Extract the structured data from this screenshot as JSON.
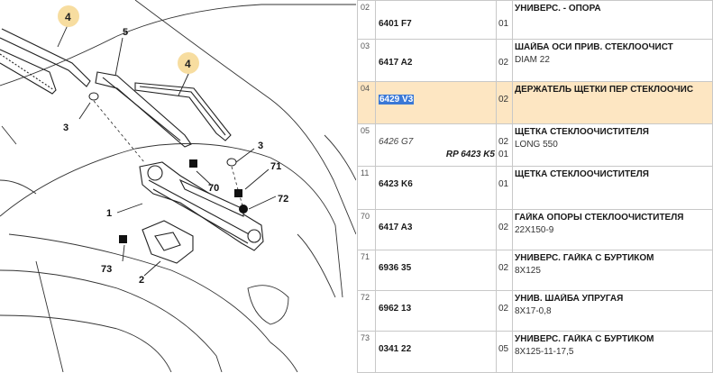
{
  "diagram": {
    "callouts": {
      "c4a": "4",
      "c4b": "4",
      "c5": "5",
      "c3a": "3",
      "c3b": "3",
      "c1": "1",
      "c2": "2",
      "c70": "70",
      "c71": "71",
      "c72": "72",
      "c73": "73"
    },
    "colors": {
      "highlight_circle": "#f7dda0",
      "line": "#222222"
    }
  },
  "rows": [
    {
      "idx": "02",
      "ref": "6401 F7",
      "qty": "01",
      "title": "УНИВЕРС. - ОПОРА",
      "sub": ""
    },
    {
      "idx": "03",
      "ref": "6417 A2",
      "qty": "02",
      "title": "ШАЙБА ОСИ ПРИВ. СТЕКЛООЧИСТ",
      "sub": "DIAM 22"
    },
    {
      "idx": "04",
      "ref": "6429 V3",
      "qty": "02",
      "title": "ДЕРЖАТЕЛЬ ЩЕТКИ ПЕР СТЕКЛООЧИС",
      "sub": ""
    },
    {
      "idx": "05",
      "ref": "6426 G7",
      "ref_rp": "RP 6423 K5",
      "qty": "02",
      "qty2": "01",
      "title": "ЩЕТКА СТЕКЛООЧИСТИТЕЛЯ",
      "sub": "LONG 550"
    },
    {
      "idx": "11",
      "ref": "6423 K6",
      "qty": "01",
      "title": "ЩЕТКА СТЕКЛООЧИСТИТЕЛЯ",
      "sub": ""
    },
    {
      "idx": "70",
      "ref": "6417 A3",
      "qty": "02",
      "title": "ГАЙКА ОПОРЫ СТЕКЛООЧИСТИТЕЛЯ",
      "sub": "22X150-9"
    },
    {
      "idx": "71",
      "ref": "6936 35",
      "qty": "02",
      "title": "УНИВЕРС. ГАЙКА С БУРТИКОМ",
      "sub": "8X125"
    },
    {
      "idx": "72",
      "ref": "6962 13",
      "qty": "02",
      "title": "УНИВ. ШАЙБА УПРУГАЯ",
      "sub": "8X17-0,8"
    },
    {
      "idx": "73",
      "ref": "0341 22",
      "qty": "05",
      "title": "УНИВЕРС. ГАЙКА С БУРТИКОМ",
      "sub": "8X125-11-17,5"
    }
  ],
  "selection": {
    "row": 2,
    "highlight_color": "#fde6c2",
    "text_select_color": "#3a78d6"
  }
}
